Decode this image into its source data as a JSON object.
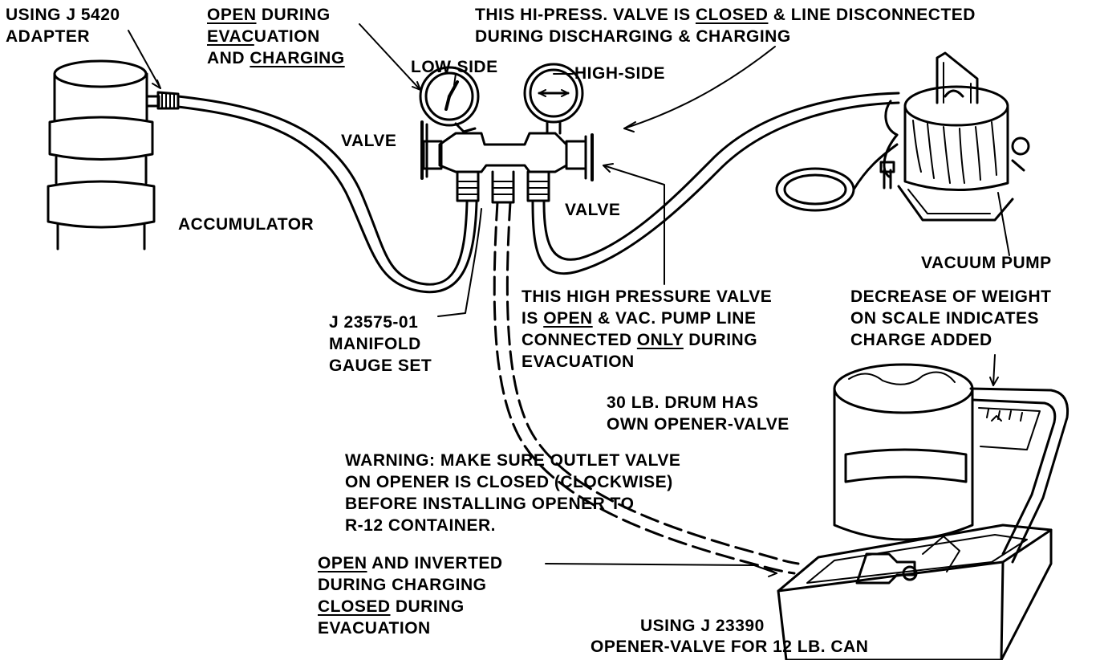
{
  "colors": {
    "ink": "#000000",
    "paper": "#ffffff"
  },
  "labels": {
    "adapter": {
      "line1": "USING J 5420",
      "line2": "ADAPTER"
    },
    "open_during": {
      "l1_u": "OPEN",
      "l1_rest": " DURING",
      "l2_u": "EVAC",
      "l2_rest": "UATION",
      "l3_pre": "AND ",
      "l3_u": "CHARGING"
    },
    "hi_press_note": {
      "l1_pre": "THIS HI-PRESS. VALVE IS ",
      "l1_u": "CLOSED",
      "l1_rest": " & LINE DISCONNECTED",
      "line2": "DURING DISCHARGING & CHARGING"
    },
    "low_side": "LOW-SIDE",
    "high_side": "HIGH-SIDE",
    "valve_left": "VALVE",
    "valve_right": "VALVE",
    "accumulator": "ACCUMULATOR",
    "vacuum_pump": "VACUUM PUMP",
    "hp_note": {
      "line1": "THIS HIGH PRESSURE VALVE",
      "l2_pre": "IS ",
      "l2_u": "OPEN",
      "l2_rest": " & VAC. PUMP LINE",
      "l3_pre": "CONNECTED ",
      "l3_u": "ONLY",
      "l3_rest": " DURING",
      "line4": "EVACUATION"
    },
    "manifold": {
      "line1": "J 23575-01",
      "line2": "MANIFOLD",
      "line3": "GAUGE SET"
    },
    "weight_note": {
      "line1": "DECREASE OF WEIGHT",
      "line2": "ON SCALE INDICATES",
      "line3": "CHARGE ADDED"
    },
    "drum_note": {
      "line1": "30 LB. DRUM HAS",
      "line2": "OWN OPENER-VALVE"
    },
    "warning": {
      "line1": "WARNING: MAKE SURE OUTLET VALVE",
      "line2": "ON OPENER IS CLOSED (CLOCKWISE)",
      "line3": "BEFORE INSTALLING OPENER TO",
      "line4": "R-12 CONTAINER."
    },
    "open_inverted": {
      "l1_u": "OPEN",
      "l1_rest": " AND INVERTED",
      "line2": "DURING CHARGING",
      "l3_u": "CLOSED",
      "l3_rest": " DURING",
      "line4": "EVACUATION"
    },
    "opener_valve": {
      "line1": "USING J 23390",
      "line2": "OPENER-VALVE  FOR 12 LB. CAN"
    }
  },
  "icons": [
    "accumulator",
    "adapter",
    "low-side-gauge",
    "high-side-gauge",
    "manifold",
    "vacuum-pump",
    "refrigerant-drum",
    "scale"
  ]
}
